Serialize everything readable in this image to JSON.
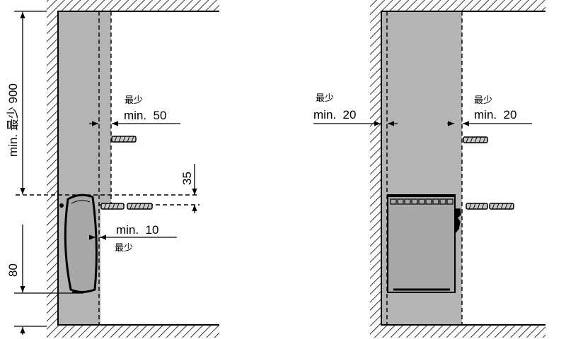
{
  "left_diagram": {
    "height_dim": "min. 最少 900",
    "side_label_cn": "最少",
    "side_dim": "min.  50",
    "gap_dim": "35",
    "front_dim": "min.  10",
    "front_label_cn": "最少",
    "floor_dim": "80"
  },
  "right_diagram": {
    "left_label_cn": "最少",
    "left_dim": "min.  20",
    "right_label_cn": "最少",
    "right_dim": "min.  20"
  },
  "colors": {
    "clearance_zone": "#b4b4b4",
    "heater_body": "#a8a8a8",
    "line": "#000000",
    "background": "#ffffff"
  }
}
